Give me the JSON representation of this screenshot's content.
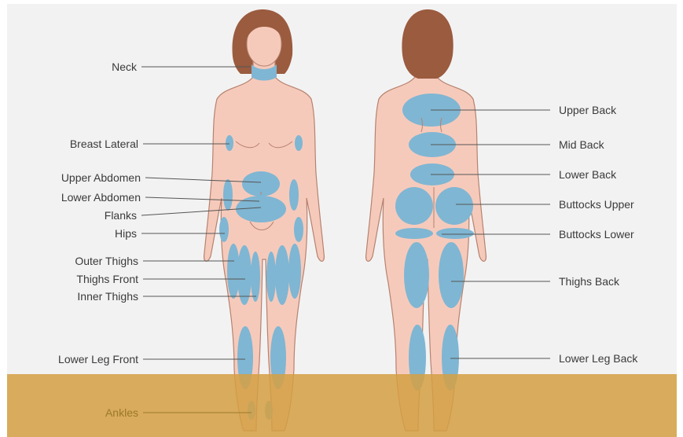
{
  "front_labels": {
    "neck": "Neck",
    "breast_lateral": "Breast Lateral",
    "upper_abdomen": "Upper Abdomen",
    "lower_abdomen": "Lower Abdomen",
    "flanks": "Flanks",
    "hips": "Hips",
    "outer_thighs": "Outer Thighs",
    "thighs_front": "Thighs Front",
    "inner_thighs": "Inner Thighs",
    "lower_leg_front": "Lower Leg Front",
    "ankles": "Ankles"
  },
  "back_labels": {
    "upper_back": "Upper Back",
    "mid_back": "Mid Back",
    "lower_back": "Lower Back",
    "buttocks_upper": "Buttocks Upper",
    "buttocks_lower": "Buttocks Lower",
    "thighs_back": "Thighs Back",
    "lower_leg_back": "Lower Leg Back"
  },
  "colors": {
    "skin": "#f6cabb",
    "skin_outline": "#b5826f",
    "hair": "#9a5b3f",
    "zone": "#7fb6d3",
    "floor": "#d4a044",
    "panel": "#f3f2f2"
  }
}
